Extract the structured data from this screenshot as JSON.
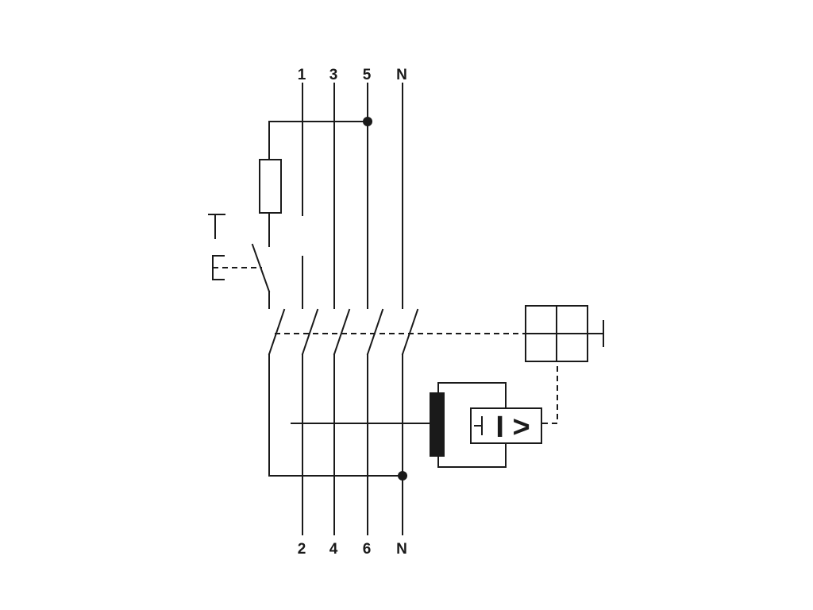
{
  "terminals": {
    "top": [
      "1",
      "3",
      "5",
      "N"
    ],
    "bottom": [
      "2",
      "4",
      "6",
      "N"
    ]
  },
  "relay_symbol": "I >",
  "colors": {
    "ink": "#1a1a1a",
    "background": "#ffffff"
  },
  "icons": [
    "resistor-icon",
    "test-button-icon",
    "switch-contact-icon",
    "trip-mechanism-icon",
    "core-transformer-icon",
    "relay-icon",
    "junction-dot-icon"
  ]
}
